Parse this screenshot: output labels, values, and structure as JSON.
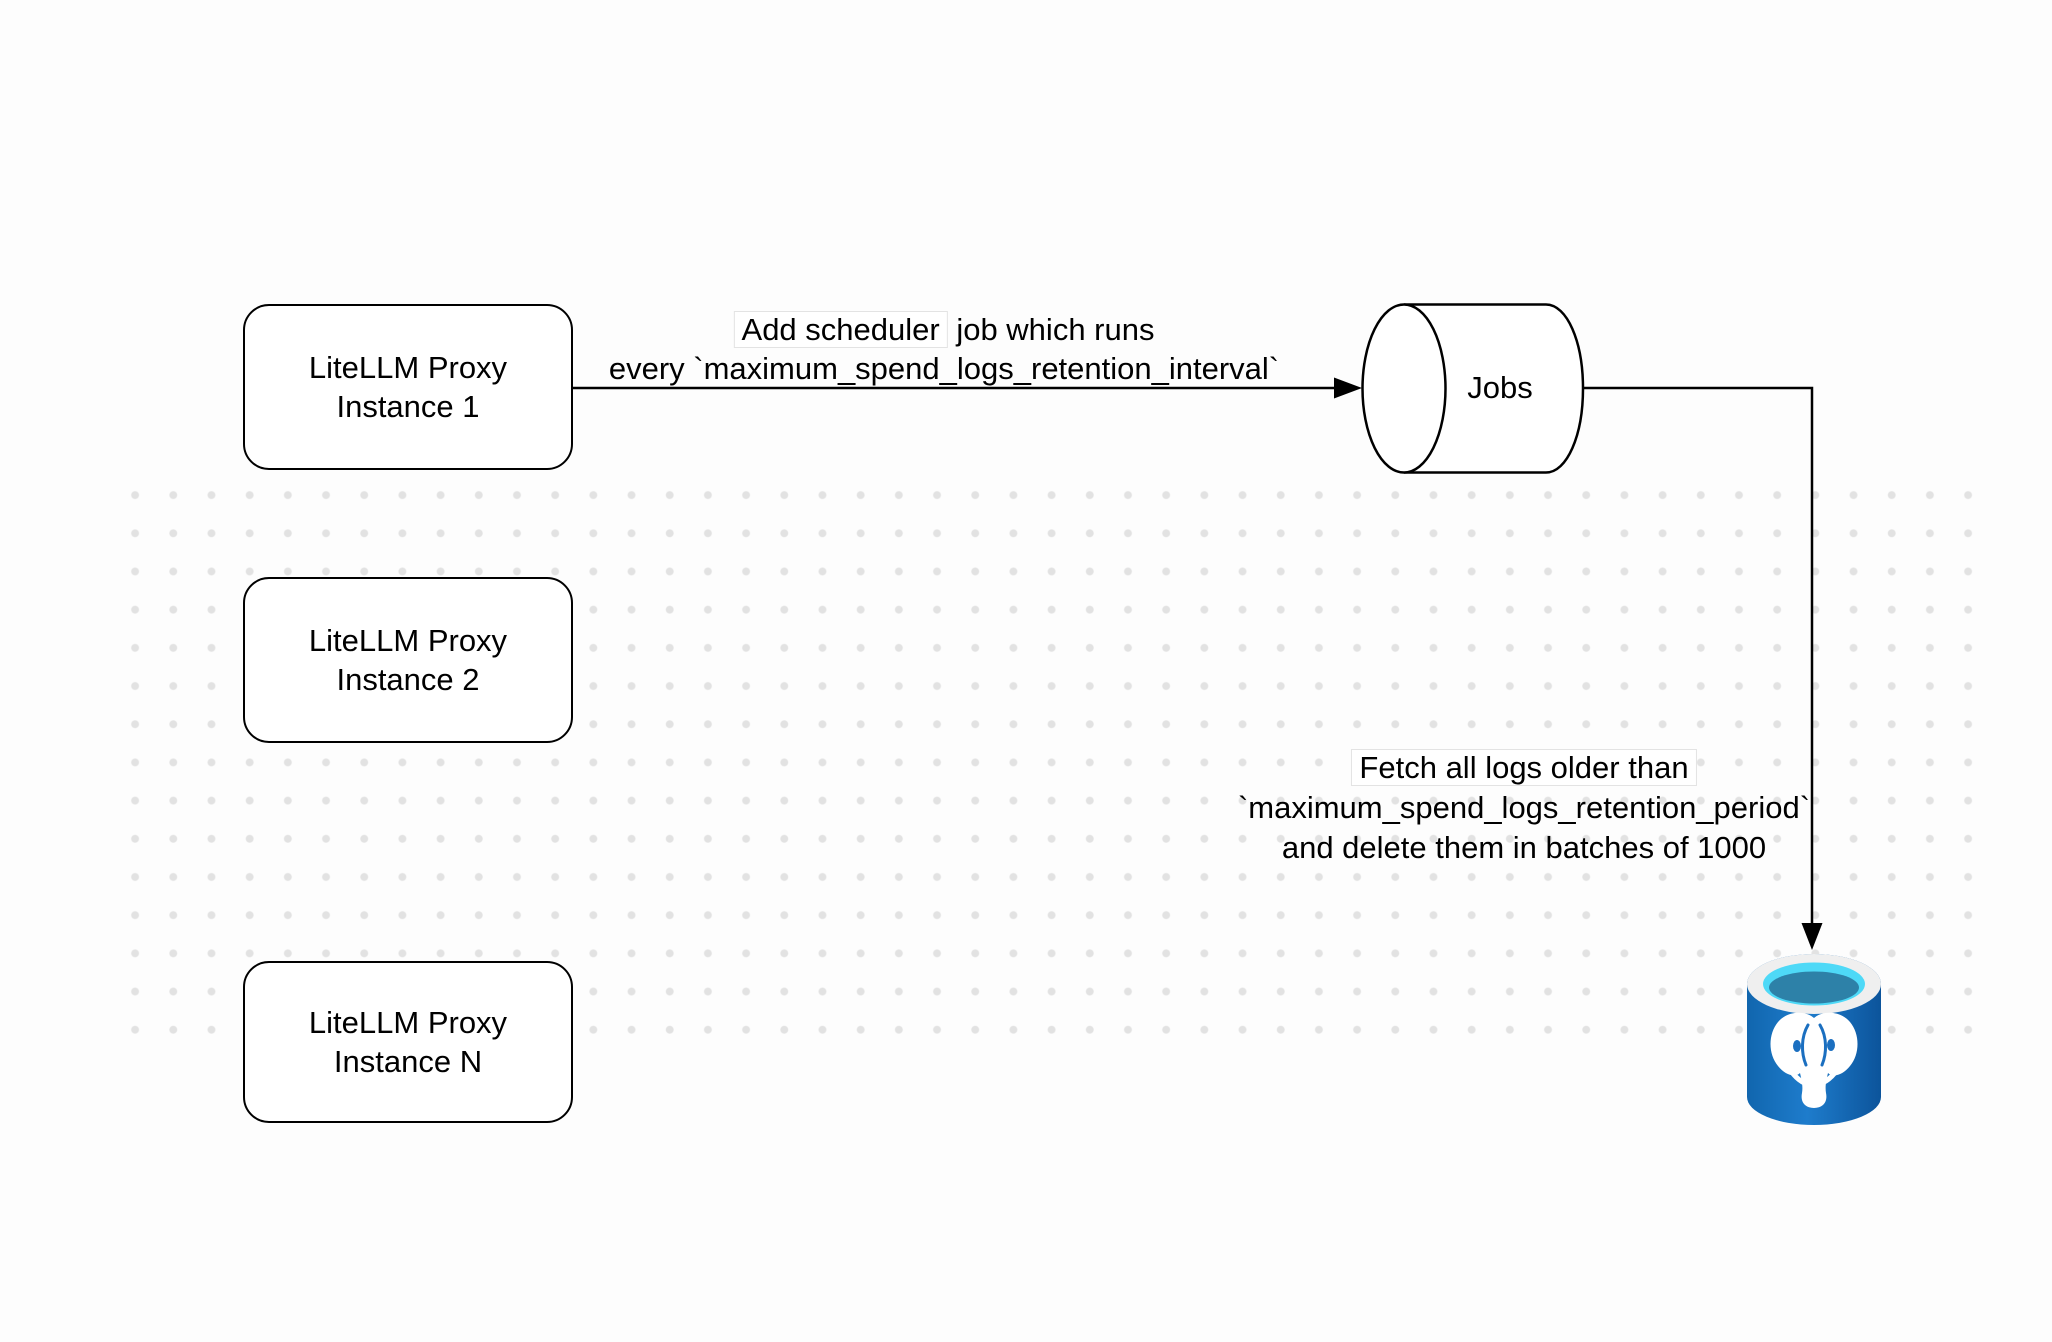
{
  "diagram": {
    "nodes": {
      "proxy_instances": [
        {
          "line1": "LiteLLM Proxy",
          "line2": "Instance 1"
        },
        {
          "line1": "LiteLLM Proxy",
          "line2": "Instance 2"
        },
        {
          "line1": "LiteLLM Proxy",
          "line2": "Instance N"
        }
      ],
      "jobs_cylinder": {
        "label": "Jobs"
      },
      "database": {
        "icon": "postgresql-database-icon"
      }
    },
    "edges": {
      "scheduler": {
        "boxed_text": "Add scheduler",
        "line1_rest": " job which runs",
        "line2": "every `maximum_spend_logs_retention_interval`"
      },
      "fetch": {
        "line1": "Fetch all logs older than",
        "line2": "`maximum_spend_logs_retention_period`",
        "line3": "and delete them in batches of 1000"
      }
    },
    "colors": {
      "stroke": "#000000",
      "dot_grid": "#e2e2e2",
      "postgres_body_blue": "#1e7ccc",
      "postgres_body_blue_dark": "#0c549b",
      "postgres_rim_white": "#efefef",
      "postgres_top_cyan": "#4ed9f7",
      "postgres_inner_teal": "#2d81a8",
      "postgres_elephant": "#ffffff"
    }
  }
}
